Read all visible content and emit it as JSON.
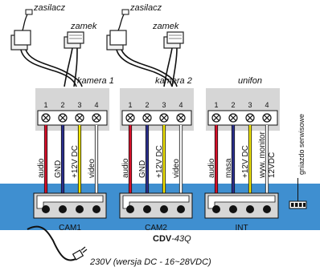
{
  "labels": {
    "zasilacz_1": "zasilacz",
    "zasilacz_2": "zasilacz",
    "zamek_1": "zamek",
    "zamek_2": "zamek",
    "kamera_1": "kamera 1",
    "kamera_2": "kamera 2",
    "unifon": "unifon",
    "gniazdo": "gniazdo serwisowe",
    "bottom_note": "230V (wersja DC - 16~28VDC)"
  },
  "model": {
    "brand": "CDV",
    "number": "-43Q"
  },
  "blocks": [
    {
      "id": "cam1",
      "terminal_numbers": [
        "1",
        "2",
        "3",
        "4"
      ],
      "wire_labels": [
        "audio",
        "GND",
        "+12V DC",
        "video"
      ],
      "connector_label": "CAM1"
    },
    {
      "id": "cam2",
      "terminal_numbers": [
        "1",
        "2",
        "3",
        "4"
      ],
      "wire_labels": [
        "audio",
        "GND",
        "+12V DC",
        "video"
      ],
      "connector_label": "CAM2"
    },
    {
      "id": "int",
      "terminal_numbers": [
        "1",
        "2",
        "3",
        "4"
      ],
      "wire_labels": [
        "audio",
        "masa",
        "+12V DC",
        "wyw. monitor",
        "12VDC"
      ],
      "connector_label": "INT"
    }
  ],
  "wire_colors": {
    "audio": "#d8102a",
    "ground": "#2b2f8f",
    "power": "#f2e600",
    "video": "#ffffff"
  },
  "panel_color": "#3f8fd0"
}
